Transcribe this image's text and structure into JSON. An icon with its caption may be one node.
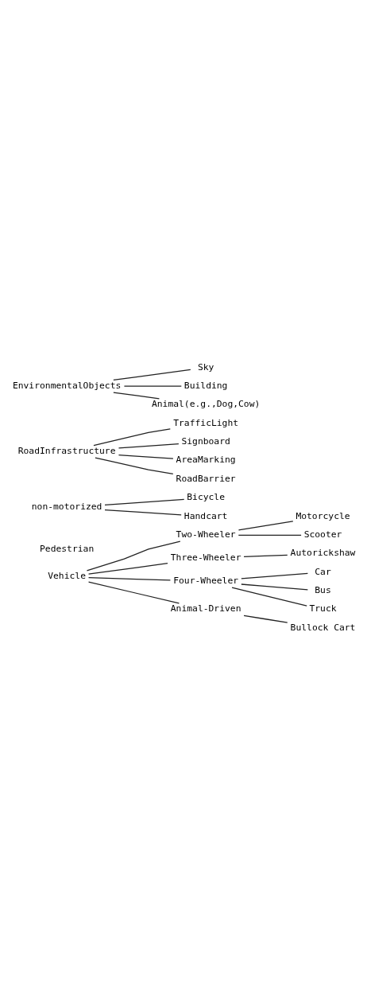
{
  "diagram": {
    "nodes": [
      {
        "text": [
          "Vehicle"
        ]
      },
      {
        "text": [
          "Two-Wheeler"
        ]
      },
      {
        "text": [
          "Motorcycle"
        ]
      },
      {
        "text": [
          "Scooter"
        ]
      },
      {
        "text": [
          "Three-Wheeler"
        ]
      },
      {
        "text": [
          "Autorickshaw"
        ]
      },
      {
        "text": [
          "Four-Wheeler"
        ]
      },
      {
        "text": [
          "Car"
        ]
      },
      {
        "text": [
          "Bus"
        ]
      },
      {
        "text": [
          "Truck"
        ]
      },
      {
        "text": [
          "Animal-Driven"
        ]
      },
      {
        "text": [
          "Bullock Cart"
        ]
      },
      {
        "text": [
          "Pedestrian"
        ]
      },
      {
        "text": [
          "non-motorized"
        ]
      },
      {
        "text": [
          "Bicycle"
        ]
      },
      {
        "text": [
          "Handcart"
        ]
      },
      {
        "text": [
          "RoadInfrastructure"
        ]
      },
      {
        "text": [
          "TrafficLight"
        ]
      },
      {
        "text": [
          "Signboard"
        ]
      },
      {
        "text": [
          "AreaMarking"
        ]
      },
      {
        "text": [
          "RoadBarrier"
        ]
      },
      {
        "text": [
          "EnvironmentalObjects"
        ]
      },
      {
        "text": [
          "Sky"
        ]
      },
      {
        "text": [
          "Building"
        ]
      },
      {
        "text": [
          "Animal(e.g.,Dog,Cow)"
        ]
      }
    ],
    "edges": [
      {
        "from": 0,
        "to": 1,
        "arrow": "none"
      },
      {
        "from": 1,
        "to": 2,
        "arrow": "none"
      },
      {
        "from": 1,
        "to": 3,
        "arrow": "none"
      },
      {
        "from": 0,
        "to": 4,
        "arrow": "none"
      },
      {
        "from": 4,
        "to": 5,
        "arrow": "none"
      },
      {
        "from": 0,
        "to": 6,
        "arrow": "none"
      },
      {
        "from": 6,
        "to": 7,
        "arrow": "none"
      },
      {
        "from": 6,
        "to": 8,
        "arrow": "none"
      },
      {
        "from": 6,
        "to": 9,
        "arrow": "none"
      },
      {
        "from": 0,
        "to": 10,
        "arrow": "none"
      },
      {
        "from": 10,
        "to": 11,
        "arrow": "none"
      },
      {
        "from": 13,
        "to": 14,
        "arrow": "none"
      },
      {
        "from": 13,
        "to": 15,
        "arrow": "none"
      },
      {
        "from": 16,
        "to": 17,
        "arrow": "none"
      },
      {
        "from": 16,
        "to": 18,
        "arrow": "none"
      },
      {
        "from": 16,
        "to": 19,
        "arrow": "none"
      },
      {
        "from": 16,
        "to": 20,
        "arrow": "none"
      },
      {
        "from": 21,
        "to": 22,
        "arrow": "none"
      },
      {
        "from": 21,
        "to": 23,
        "arrow": "none"
      },
      {
        "from": 21,
        "to": 24,
        "arrow": "none"
      }
    ]
  }
}
